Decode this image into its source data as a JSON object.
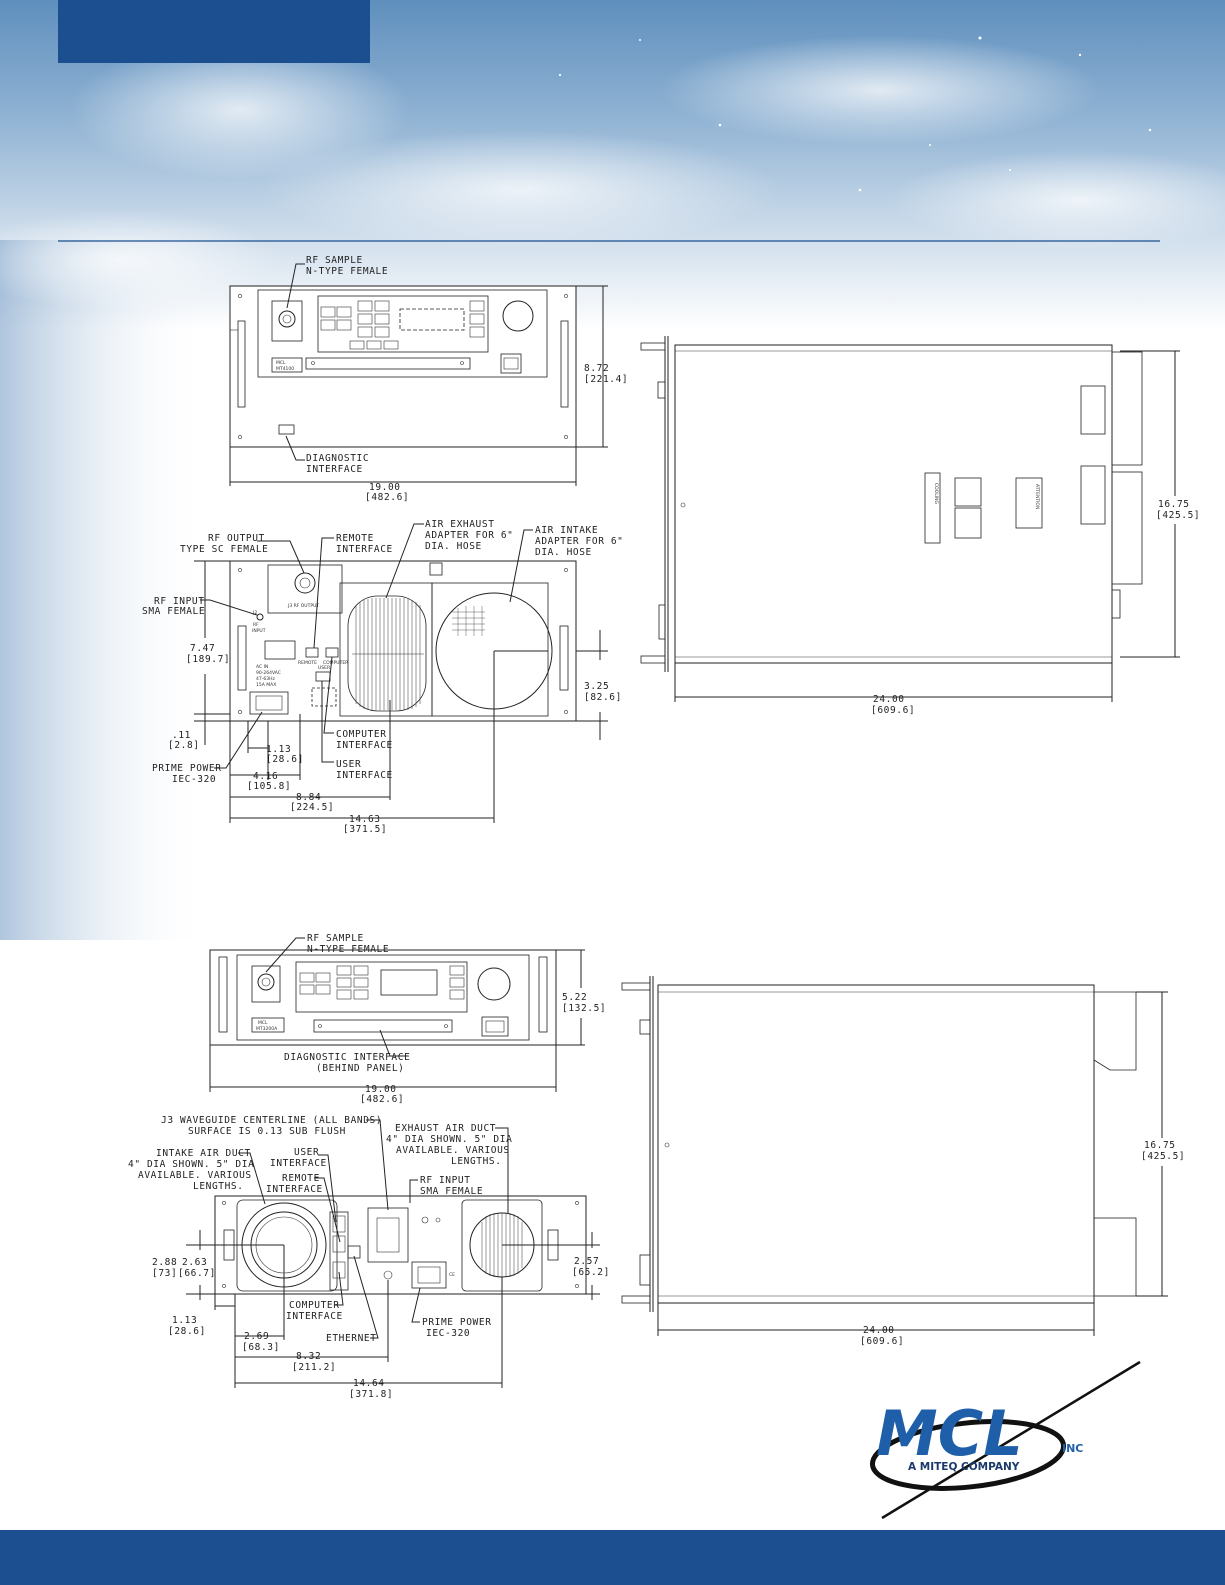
{
  "colors": {
    "header_block": "#1b4f8f",
    "footer_bar": "#1b4f8f",
    "rule": "#1b4f8f",
    "logo": "#1f5fa9"
  },
  "unit1_front": {
    "rf_sample": [
      "RF SAMPLE",
      "N-TYPE FEMALE"
    ],
    "diagnostic": [
      "DIAGNOSTIC",
      "INTERFACE"
    ],
    "dim_width": [
      "19.00",
      "[482.6]"
    ],
    "dim_height": [
      "8.72",
      "[221.4]"
    ],
    "model_brand": "MCL",
    "model_badge": "MT4100"
  },
  "unit1_rear": {
    "rf_output": [
      "RF OUTPUT",
      "TYPE SC FEMALE"
    ],
    "remote": [
      "REMOTE",
      "INTERFACE"
    ],
    "air_exhaust": [
      "AIR EXHAUST",
      "ADAPTER FOR 6\"",
      "DIA. HOSE"
    ],
    "air_intake": [
      "AIR INTAKE",
      "ADAPTER FOR 6\"",
      "DIA. HOSE"
    ],
    "rf_input": [
      "RF INPUT",
      "SMA FEMALE"
    ],
    "dim_747": [
      "7.47",
      "[189.7]"
    ],
    "dim_325": [
      "3.25",
      "[82.6]"
    ],
    "dim_011": [
      ".11",
      "[2.8]"
    ],
    "dim_113": [
      "1.13",
      "[28.6]"
    ],
    "prime_power": [
      "PRIME POWER",
      "IEC-320"
    ],
    "dim_416": [
      "4.16",
      "[105.8]"
    ],
    "computer": [
      "COMPUTER",
      "INTERFACE"
    ],
    "user": [
      "USER",
      "INTERFACE"
    ],
    "dim_884": [
      "8.84",
      "[224.5]"
    ],
    "dim_1463": [
      "14.63",
      "[371.5]"
    ],
    "panel_j3": "J3 RF OUTPUT",
    "panel_j2": [
      "J2",
      "RF",
      "INPUT"
    ],
    "panel_remote": "REMOTE",
    "panel_computer": "COMPUTER",
    "panel_user": "USER",
    "panel_ac": [
      "AC IN",
      "90-264VAC",
      "47-63Hz",
      "15A MAX"
    ]
  },
  "unit1_side": {
    "dim_depth": [
      "24.00",
      "[609.6]"
    ],
    "dim_height": [
      "16.75",
      "[425.5]"
    ],
    "label_cooling": "COOLING",
    "label_attention": "ATTENTION"
  },
  "unit2_front": {
    "rf_sample": [
      "RF SAMPLE",
      "N-TYPE FEMALE"
    ],
    "dim_height": [
      "5.22",
      "[132.5]"
    ],
    "diagnostic": [
      "DIAGNOSTIC INTERFACE",
      "(BEHIND PANEL)"
    ],
    "dim_width": [
      "19.00",
      "[482.6]"
    ],
    "model_brand": "MCL",
    "model_badge": "MT3200A"
  },
  "unit2_rear": {
    "waveguide": [
      "J3 WAVEGUIDE CENTERLINE (ALL BANDS)",
      "SURFACE IS 0.13 SUB FLUSH"
    ],
    "exhaust": [
      "EXHAUST AIR DUCT",
      "4\" DIA SHOWN. 5\" DIA",
      "AVAILABLE. VARIOUS",
      "LENGTHS."
    ],
    "intake": [
      "INTAKE AIR DUCT",
      "4\" DIA SHOWN. 5\" DIA",
      "AVAILABLE. VARIOUS",
      "LENGTHS."
    ],
    "user": [
      "USER",
      "INTERFACE"
    ],
    "remote": [
      "REMOTE",
      "INTERFACE"
    ],
    "rf_input": [
      "RF INPUT",
      "SMA FEMALE"
    ],
    "dim_288": [
      "2.88",
      "[73]"
    ],
    "dim_263": [
      "2.63",
      "[66.7]"
    ],
    "dim_257": [
      "2.57",
      "[65.2]"
    ],
    "dim_113": [
      "1.13",
      "[28.6]"
    ],
    "computer": [
      "COMPUTER",
      "INTERFACE"
    ],
    "ethernet": "ETHERNET",
    "prime_power": [
      "PRIME POWER",
      "IEC-320"
    ],
    "dim_269": [
      "2.69",
      "[68.3]"
    ],
    "dim_832": [
      "8.32",
      "[211.2]"
    ],
    "dim_1464": [
      "14.64",
      "[371.8]"
    ],
    "ce_mark": "CE"
  },
  "unit2_side": {
    "dim_depth": [
      "24.00",
      "[609.6]"
    ],
    "dim_height": [
      "16.75",
      "[425.5]"
    ]
  },
  "logo": {
    "name": "MCL",
    "inc": "INC",
    "tagline": "A MITEQ COMPANY"
  }
}
